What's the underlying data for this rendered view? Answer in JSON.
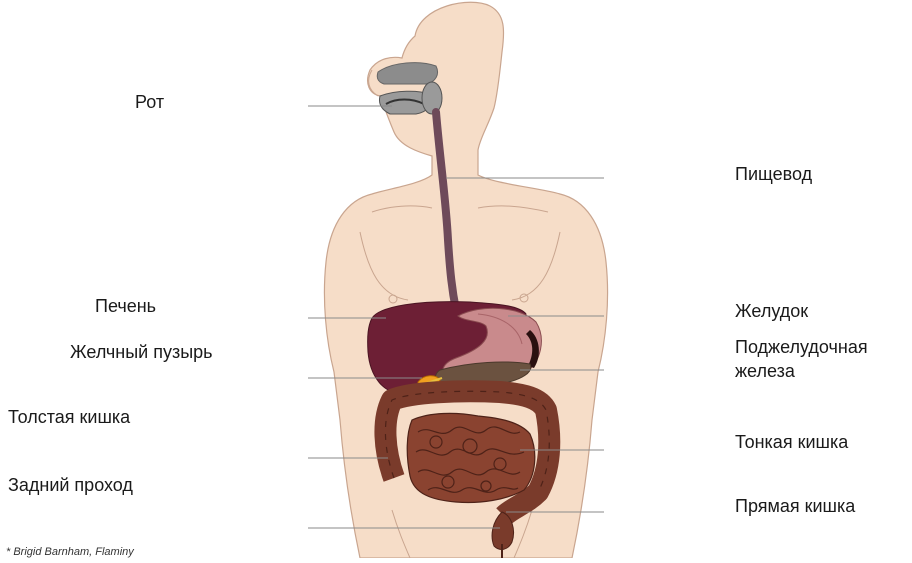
{
  "diagram": {
    "labels": {
      "mouth": "Рот",
      "esophagus": "Пищевод",
      "liver": "Печень",
      "stomach": "Желудок",
      "gallbladder": "Желчный пузырь",
      "pancreas_line1": "Поджелудочная",
      "pancreas_line2": "железа",
      "large_intestine": "Толстая кишка",
      "small_intestine": "Тонкая кишка",
      "anus": "Задний проход",
      "rectum": "Прямая кишка"
    },
    "credit": "* Brigid Barnham, Flaminy"
  },
  "colors": {
    "skin": "#f6ddc8",
    "skin_outline": "#c9a58f",
    "liver": "#6d1f35",
    "stomach": "#c98a8c",
    "pancreas": "#6b5240",
    "intestine": "#7a3b2b",
    "gallbladder": "#f0a020",
    "esophagus": "#6e4a5a",
    "mouth_gray": "#8c8c8c",
    "leader_line": "#8a8a8a"
  }
}
